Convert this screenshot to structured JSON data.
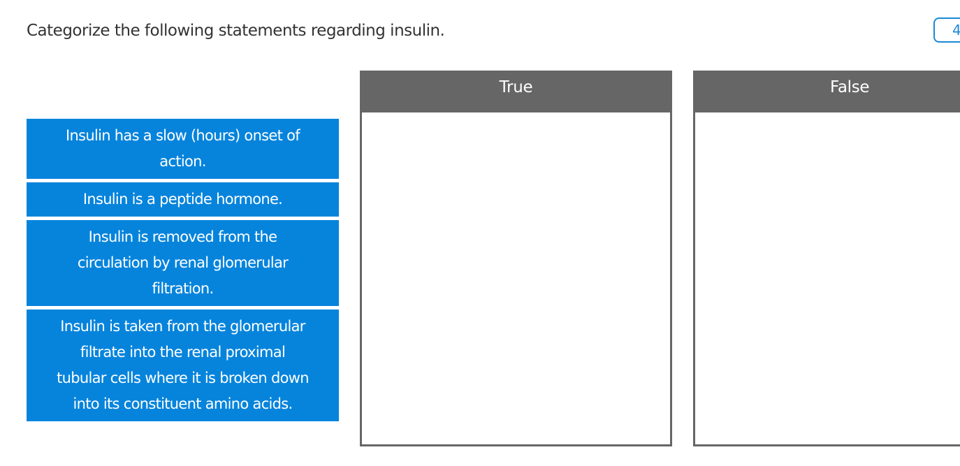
{
  "question": {
    "prompt": "Categorize the following statements regarding insulin.",
    "points_badge": "4"
  },
  "statements": [
    "Insulin has a slow (hours) onset of action.",
    "Insulin is a peptide hormone.",
    "Insulin is removed from the circulation by renal glomerular filtration.",
    "Insulin is taken from the glomerular filtrate into the renal proximal tubular cells where it is broken down into its constituent amino acids."
  ],
  "bins": {
    "true_label": "True",
    "false_label": "False"
  },
  "colors": {
    "statement_bg": "#0684dc",
    "bin_header_bg": "#666666",
    "accent": "#1a88d6"
  }
}
